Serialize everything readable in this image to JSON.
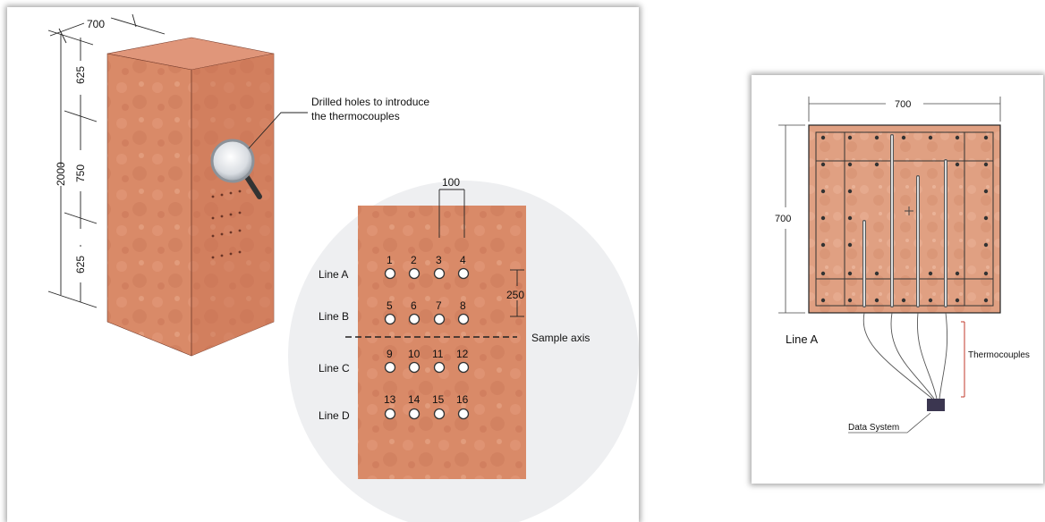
{
  "left": {
    "dim_width": "700",
    "dim_height_total": "2000",
    "dim_top": "625",
    "dim_middle": "750",
    "dim_bottom": "625",
    "callout_line1": "Drilled holes to introduce",
    "callout_line2": "the thermocouples",
    "detail": {
      "spacing_h": "100",
      "spacing_v": "250",
      "sample_axis": "Sample axis",
      "lines": [
        "Line A",
        "Line B",
        "Line C",
        "Line D"
      ],
      "holes": [
        [
          "1",
          "2",
          "3",
          "4"
        ],
        [
          "5",
          "6",
          "7",
          "8"
        ],
        [
          "9",
          "10",
          "11",
          "12"
        ],
        [
          "13",
          "14",
          "15",
          "16"
        ]
      ]
    }
  },
  "right": {
    "dim_width": "700",
    "dim_height": "700",
    "line_label": "Line A",
    "thermocouples_label": "Thermocouples",
    "data_system_label": "Data System"
  },
  "colors": {
    "concrete": "#d98a68",
    "concrete_dark": "#b8654a",
    "rebar": "#3a3a3a",
    "bracket": "#c0392b",
    "circle_bg": "#eeeff1"
  }
}
